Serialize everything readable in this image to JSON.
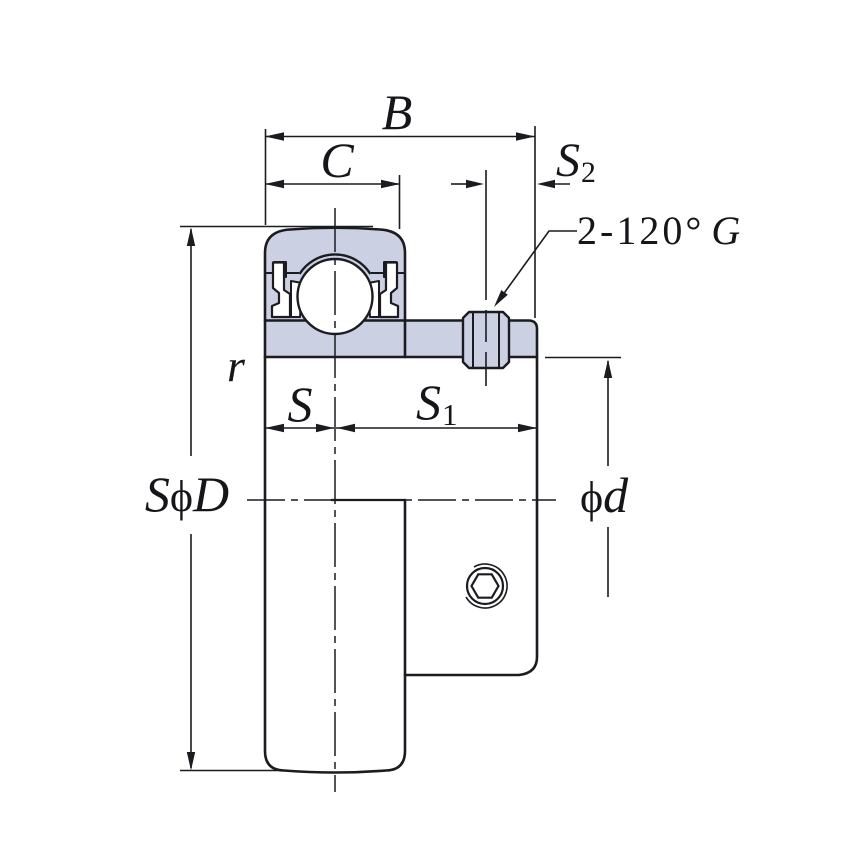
{
  "figure": {
    "title": "Insert ball bearing dimensional drawing",
    "background": "#ffffff",
    "line_color": "#1b1b20",
    "fill_color": "#cbd0e3",
    "labels": {
      "width_total": "B",
      "width_outer": "C",
      "s2_base": "S",
      "s2_sub": "2",
      "screw_note": "2-120°",
      "screw_note_g": "G",
      "fillet_radius": "r",
      "s_base": "S",
      "s1_base": "S",
      "s1_sub": "1",
      "od_s": "S",
      "od_phi": "ϕ",
      "od_d": "D",
      "bore_phi": "ϕ",
      "bore_d": "d"
    }
  }
}
